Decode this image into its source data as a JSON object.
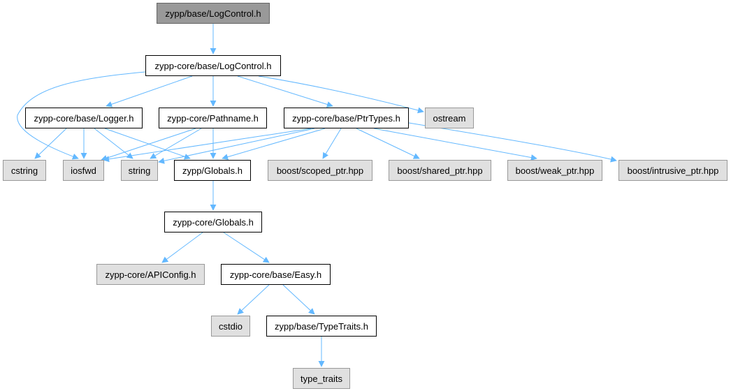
{
  "colors": {
    "edge": "#63b8ff",
    "root_fill": "#999999",
    "local_fill": "#ffffff",
    "external_fill": "#e0e0e0",
    "external_border": "#999999"
  },
  "nodes": {
    "logcontrol_h": "zypp/base/LogControl.h",
    "core_logcontrol_h": "zypp-core/base/LogControl.h",
    "core_logger_h": "zypp-core/base/Logger.h",
    "core_pathname_h": "zypp-core/Pathname.h",
    "core_ptrtypes_h": "zypp-core/base/PtrTypes.h",
    "ostream": "ostream",
    "cstring": "cstring",
    "iosfwd": "iosfwd",
    "string": "string",
    "zypp_globals_h": "zypp/Globals.h",
    "boost_scoped_ptr": "boost/scoped_ptr.hpp",
    "boost_shared_ptr": "boost/shared_ptr.hpp",
    "boost_weak_ptr": "boost/weak_ptr.hpp",
    "boost_intrusive_ptr": "boost/intrusive_ptr.hpp",
    "core_globals_h": "zypp-core/Globals.h",
    "core_apiconfig_h": "zypp-core/APIConfig.h",
    "core_easy_h": "zypp-core/base/Easy.h",
    "cstdio": "cstdio",
    "typetraits_h": "zypp/base/TypeTraits.h",
    "type_traits": "type_traits"
  }
}
